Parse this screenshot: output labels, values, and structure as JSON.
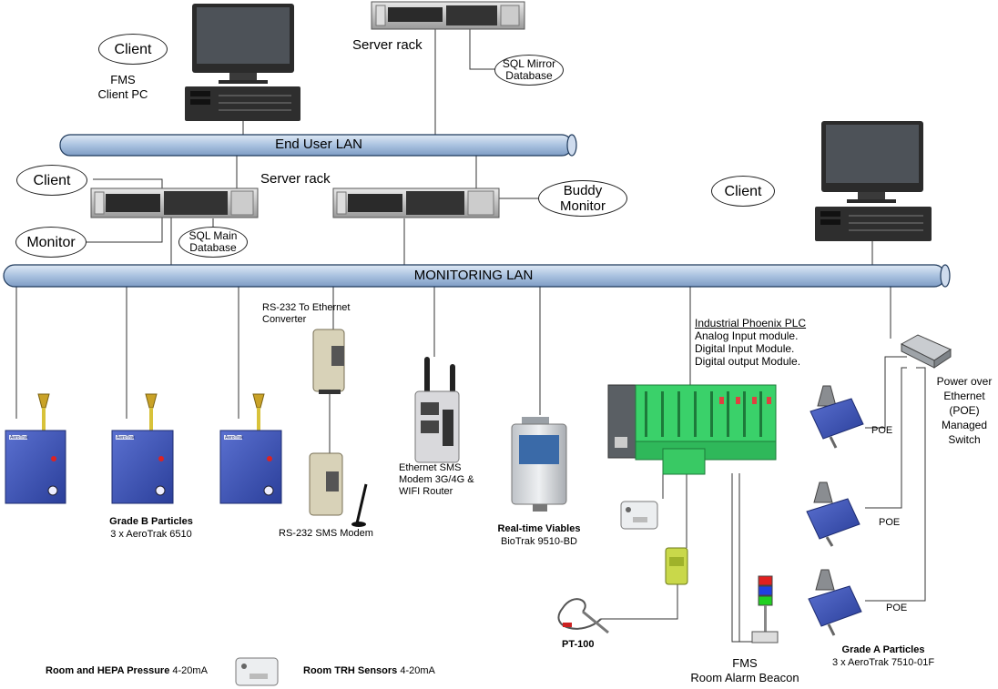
{
  "networks": {
    "end_user_lan": "End User LAN",
    "monitoring_lan": "MONITORING LAN"
  },
  "bubbles": {
    "client_top": "Client",
    "client_mid": "Client",
    "monitor": "Monitor",
    "client_right": "Client",
    "sql_mirror_line1": "SQL Mirror",
    "sql_mirror_line2": "Database",
    "sql_main_line1": "SQL Main",
    "sql_main_line2": "Database",
    "buddy_line1": "Buddy",
    "buddy_line2": "Monitor"
  },
  "labels": {
    "fms_client_line1": "FMS",
    "fms_client_line2": "Client PC",
    "server_rack_top": "Server rack",
    "server_rack_mid": "Server rack",
    "rs232_converter_line1": "RS-232 To Ethernet",
    "rs232_converter_line2": "Converter",
    "rs232_modem": "RS-232 SMS Modem",
    "sms_router_line1": "Ethernet SMS",
    "sms_router_line2": "Modem 3G/4G &",
    "sms_router_line3": "WIFI Router",
    "plc_title": "Industrial Phoenix PLC",
    "plc_line1": "Analog Input module.",
    "plc_line2": "Digital Input Module.",
    "plc_line3": "Digital output Module.",
    "poe_line1": "Power over",
    "poe_line2": "Ethernet",
    "poe_line3": "(POE)",
    "poe_line4": "Managed",
    "poe_line5": "Switch",
    "poe_1": "POE",
    "poe_2": "POE",
    "poe_3": "POE",
    "grade_b_title": "Grade B Particles",
    "grade_b_sub": "3 x AeroTrak 6510",
    "viables_title": "Real-time Viables",
    "viables_sub": "BioTrak 9510-BD",
    "grade_a_title": "Grade A Particles",
    "grade_a_sub": "3 x AeroTrak 7510-01F",
    "pt100": "PT-100",
    "beacon_line1": "FMS",
    "beacon_line2": "Room Alarm Beacon",
    "room_hepa_bold": "Room and HEPA Pressure",
    "room_hepa_unit": "4-20mA",
    "room_trh_bold": "Room TRH Sensors",
    "room_trh_unit": "4-20mA"
  },
  "devices": {
    "aerotrak_badge": "AeroTrak"
  },
  "colors": {
    "lan_fill": "#b9cde6",
    "lan_stroke": "#1f3a5c",
    "sensor_blue": "#3f55b8",
    "plc_green": "#2ecc5a",
    "beacon_red": "#e02020",
    "beacon_blue": "#2040e0",
    "beacon_green": "#20d020"
  }
}
